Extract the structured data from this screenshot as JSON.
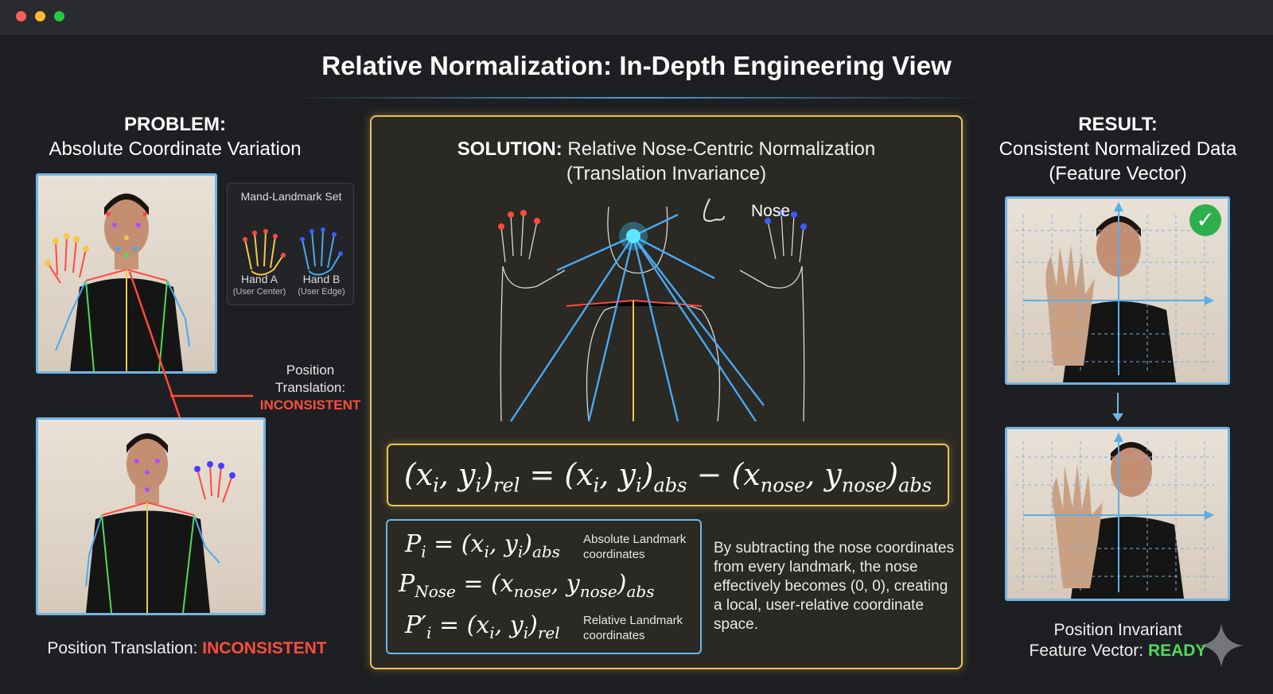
{
  "title": "Relative Normalization: In-Depth Engineering View",
  "problem": {
    "heading": "PROBLEM:",
    "subheading": "Absolute Coordinate Variation",
    "legend_title": "Mand-Landmark Set",
    "hand_a_label": "Hand A",
    "hand_a_sub": "(User Center)",
    "hand_b_label": "Hand B",
    "hand_b_sub": "(User Edge)",
    "side_note_line1": "Position",
    "side_note_line2": "Translation:",
    "side_note_status": "INCONSISTENT",
    "bottom_label": "Position Translation: ",
    "bottom_status": "INCONSISTENT"
  },
  "solution": {
    "heading_bold": "SOLUTION:",
    "heading_rest": " Relative Nose-Centric Normalization",
    "heading_line2": "(Translation Invariance)",
    "nose_label": "Nose",
    "def1_note": "Absolute Landmark coordinates",
    "def3_note": "Relative Landmark coordinates",
    "explanation": "By subtracting the nose coordinates from every landmark, the nose effectively becomes (0, 0), creating a local, user-relative coordinate space."
  },
  "result": {
    "heading": "RESULT:",
    "line2": "Consistent Normalized Data",
    "line3": "(Feature Vector)",
    "footer_line1": "Position Invariant",
    "footer_line2": "Feature Vector: ",
    "footer_status": "READY"
  },
  "colors": {
    "accent_gold": "#e8c35a",
    "accent_blue": "#6fb6e6",
    "bad": "#ff4d3d",
    "good": "#4fdc5a"
  }
}
